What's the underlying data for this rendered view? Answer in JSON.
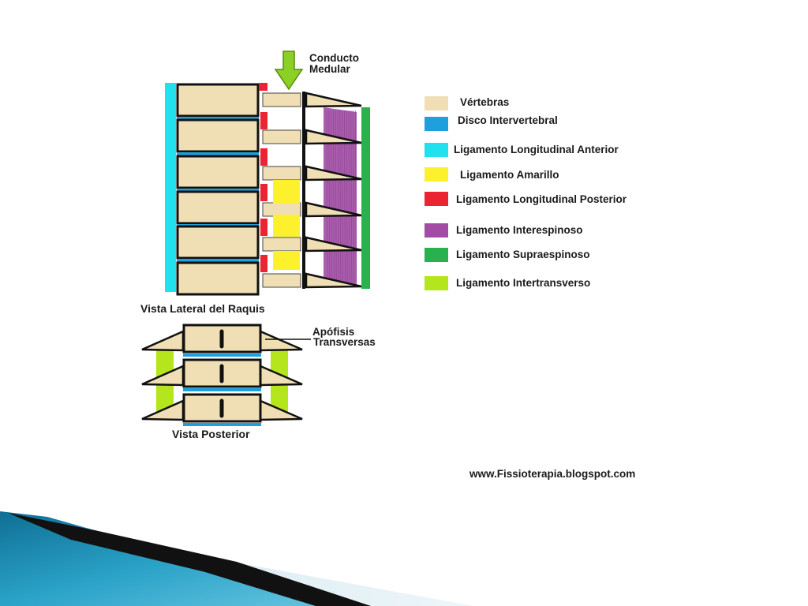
{
  "labels": {
    "conducto_line1": "Conducto",
    "conducto_line2": "Medular",
    "lateral_title": "Vista Lateral del Raquis",
    "apofisis_line1": "Apófisis",
    "apofisis_line2": "Transversas",
    "posterior_title": "Vista Posterior",
    "source": "www.Fissioterapia.blogspot.com"
  },
  "legend": [
    {
      "label": "Vértebras",
      "color": "#f0dfb4"
    },
    {
      "label": "Disco Intervertebral",
      "color": "#1ea0dc"
    },
    {
      "label": "Ligamento Longitudinal Anterior",
      "color": "#22e1ee"
    },
    {
      "label": "Ligamento Amarillo",
      "color": "#fdf02c"
    },
    {
      "label": "Ligamento Longitudinal Posterior",
      "color": "#ec2330"
    },
    {
      "label": "Ligamento Interespinoso",
      "color": "#a24ca5"
    },
    {
      "label": "Ligamento Supraespinoso",
      "color": "#28b14c"
    },
    {
      "label": "Ligamento Intertransverso",
      "color": "#b5e51d"
    }
  ],
  "colors": {
    "vertebra": "#f0dfb4",
    "disc": "#1ea0dc",
    "anterior": "#22e1ee",
    "amarillo": "#fdf02c",
    "posterior": "#ec2330",
    "interespinoso": "#a24ca5",
    "supraespinoso": "#28b14c",
    "intertransverso": "#b5e51d",
    "arrow": "#8bd024",
    "outline": "#111111"
  },
  "icons": {
    "arrow": "down-arrow-icon",
    "corner": "decorative-swoosh"
  }
}
